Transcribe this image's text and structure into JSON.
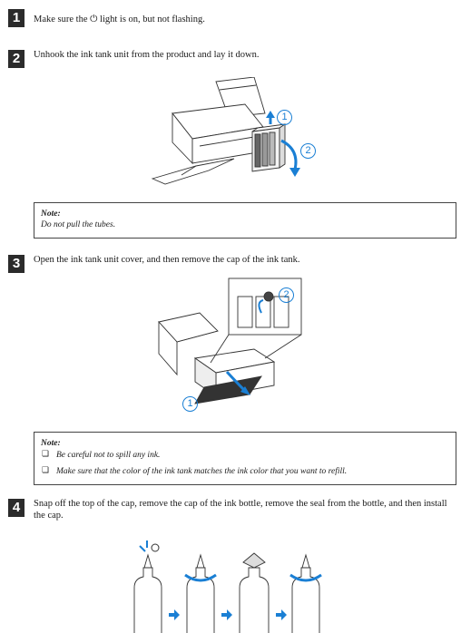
{
  "steps": [
    {
      "number": "1",
      "text": "Make sure the ⏻ light is on, but not flashing."
    },
    {
      "number": "2",
      "text": "Unhook the ink tank unit from the product and lay it down."
    },
    {
      "number": "3",
      "text": "Open the ink tank unit cover, and then remove the cap of the ink tank."
    },
    {
      "number": "4",
      "text": "Snap off the top of the cap, remove the cap of the ink bottle, remove the seal from the bottle, and then install the cap."
    }
  ],
  "note1": {
    "title": "Note:",
    "body": "Do not pull the tubes."
  },
  "note2": {
    "title": "Note:",
    "bullets": [
      "Be careful not to spill any ink.",
      "Make sure that the color of the ink tank matches the ink color that you want to refill."
    ]
  },
  "callouts": {
    "one": "1",
    "two": "2"
  },
  "colors": {
    "step_box": "#2b2b2b",
    "arrow_blue": "#1a7fd4"
  }
}
